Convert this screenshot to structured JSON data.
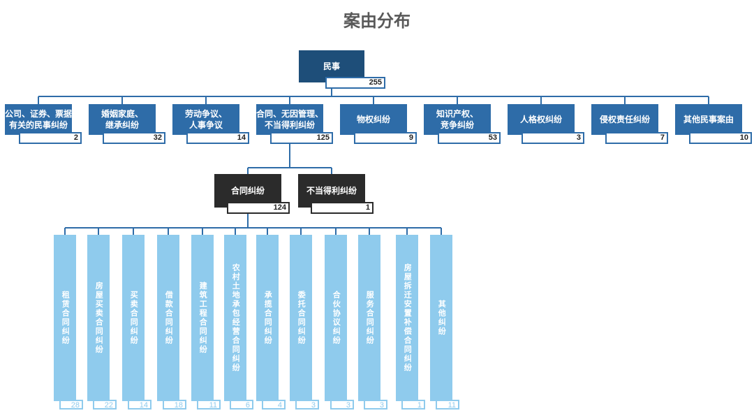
{
  "title": "案由分布",
  "root": {
    "label": "民事",
    "count": "255"
  },
  "level1": [
    {
      "label": "公司、证券、票据\n有关的民事纠纷",
      "count": "2"
    },
    {
      "label": "婚姻家庭、\n继承纠纷",
      "count": "32"
    },
    {
      "label": "劳动争议、\n人事争议",
      "count": "14"
    },
    {
      "label": "合同、无因管理、\n不当得利纠纷",
      "count": "125"
    },
    {
      "label": "物权纠纷",
      "count": "9"
    },
    {
      "label": "知识产权、\n竞争纠纷",
      "count": "53"
    },
    {
      "label": "人格权纠纷",
      "count": "3"
    },
    {
      "label": "侵权责任纠纷",
      "count": "7"
    },
    {
      "label": "其他民事案由",
      "count": "10"
    }
  ],
  "level2": [
    {
      "label": "合同纠纷",
      "count": "124"
    },
    {
      "label": "不当得利纠纷",
      "count": "1"
    }
  ],
  "level3": [
    {
      "label": "租赁合同纠纷",
      "count": "28"
    },
    {
      "label": "房屋买卖合同纠纷",
      "count": "22"
    },
    {
      "label": "买卖合同纠纷",
      "count": "14"
    },
    {
      "label": "借款合同纠纷",
      "count": "18"
    },
    {
      "label": "建筑工程合同纠纷",
      "count": "11"
    },
    {
      "label": "农村土地承包经营合同纠纷",
      "count": "6"
    },
    {
      "label": "承揽合同纠纷",
      "count": "4"
    },
    {
      "label": "委托合同纠纷",
      "count": "3"
    },
    {
      "label": "合伙协议纠纷",
      "count": "3"
    },
    {
      "label": "服务合同纠纷",
      "count": "3"
    },
    {
      "label": "房屋拆迁安置补偿合同纠纷",
      "count": "1"
    },
    {
      "label": "其他纠纷",
      "count": "11"
    }
  ],
  "colors": {
    "root": "#1e4e79",
    "level1": "#2e6ca8",
    "level2": "#2b2b2b",
    "level3": "#8fcbed",
    "connector": "#2e6ca8"
  }
}
